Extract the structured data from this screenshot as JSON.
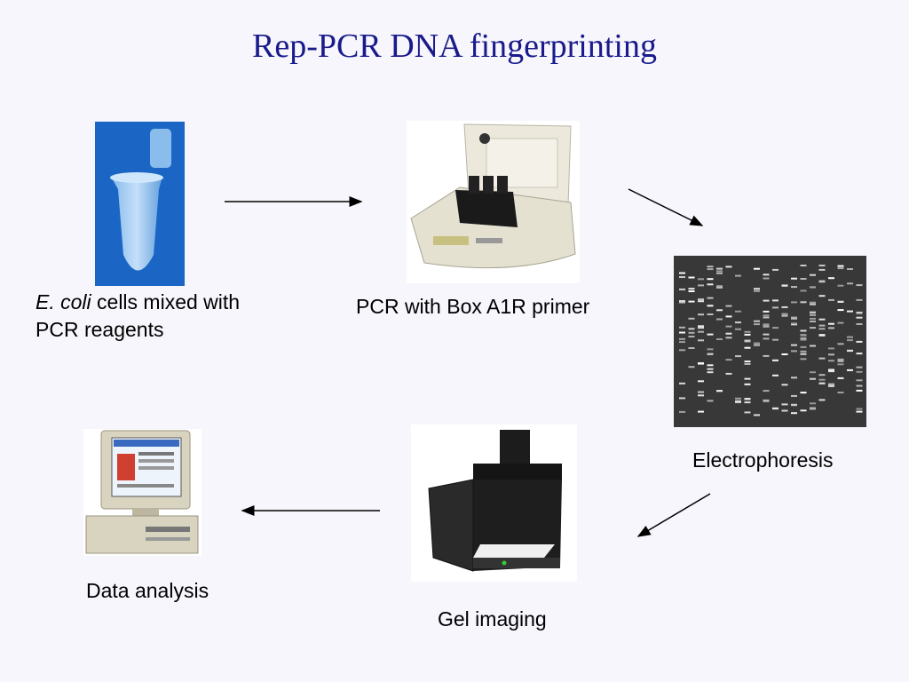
{
  "title": "Rep-PCR DNA fingerprinting",
  "steps": [
    {
      "label_italic": "E. coli",
      "label_rest": " cells mixed with",
      "label_line2": "PCR reagents",
      "icon": "pcr-tube-icon"
    },
    {
      "label": "PCR with Box A1R primer",
      "icon": "thermal-cycler-icon"
    },
    {
      "label": "Electrophoresis",
      "icon": "gel-image-icon"
    },
    {
      "label": "Gel imaging",
      "icon": "gel-imager-icon"
    },
    {
      "label": "Data analysis",
      "icon": "computer-icon"
    }
  ],
  "colors": {
    "title": "#1a1a8c",
    "background": "#f6f6fc",
    "tube_bg": "#1b66c4",
    "gel_bg": "#3a3a3a"
  }
}
